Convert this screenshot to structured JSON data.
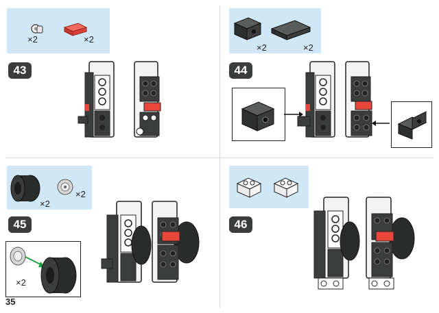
{
  "page": {
    "number": "35"
  },
  "steps": [
    {
      "number": "43",
      "parts": [
        {
          "name": "clip",
          "qty": "×2"
        },
        {
          "name": "red tile 1x2",
          "qty": "×2"
        }
      ]
    },
    {
      "number": "44",
      "parts": [
        {
          "name": "dark bracket",
          "qty": "×2"
        },
        {
          "name": "dark plate 2x4",
          "qty": "×2"
        }
      ]
    },
    {
      "number": "45",
      "parts": [
        {
          "name": "tire",
          "qty": "×2"
        },
        {
          "name": "wheel rim",
          "qty": "×2"
        }
      ],
      "callout_qty": "×2"
    },
    {
      "number": "46",
      "parts": [
        {
          "name": "white brick",
          "qty": ""
        }
      ]
    }
  ],
  "colors": {
    "parts_bg": "#cfe7f7",
    "dark": "#3a3d3b",
    "red": "#e8463a",
    "white": "#ffffff",
    "arrow": "#20a040"
  }
}
